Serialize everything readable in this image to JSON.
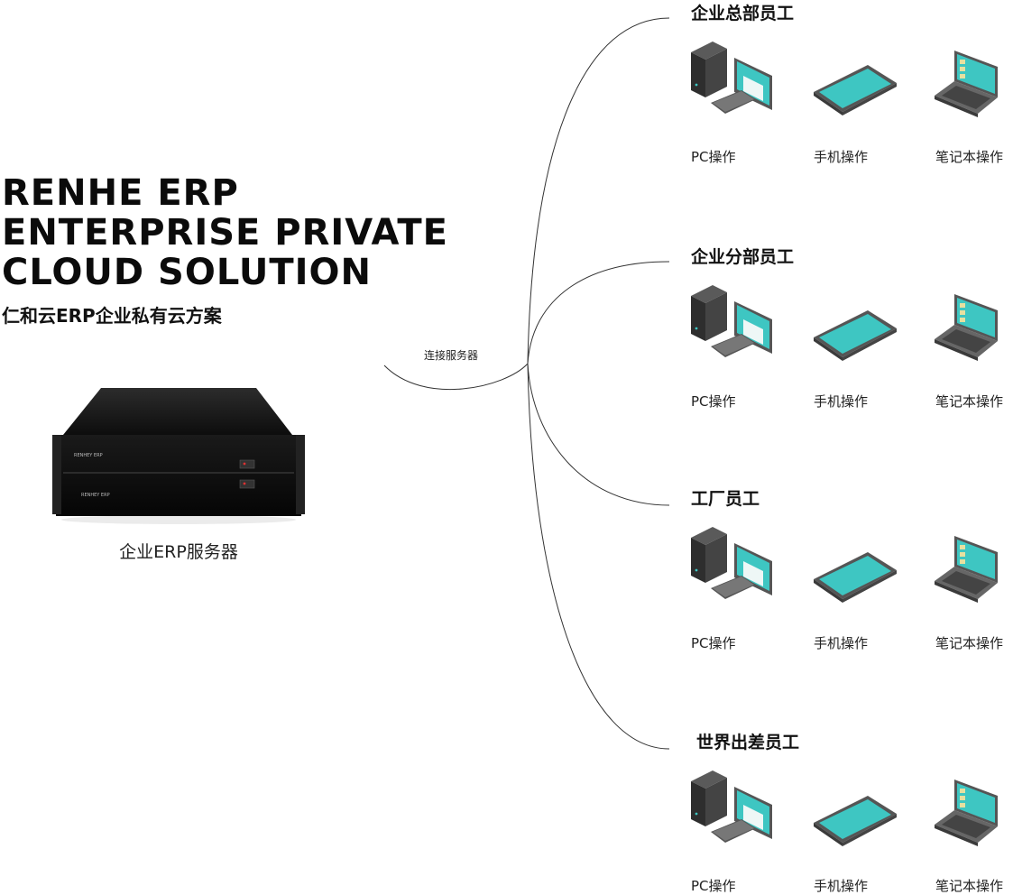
{
  "hero": {
    "title": "RENHE ERP\nENTERPRISE PRIVATE\nCLOUD SOLUTION",
    "subtitle": "仁和云ERP企业私有云方案"
  },
  "server": {
    "label": "企业ERP服务器",
    "brand_top": "RENHEY ERP",
    "brand_bottom": "RENHEY ERP"
  },
  "connect_label": "连接服务器",
  "groups": [
    {
      "title": "企业总部员工",
      "devices": [
        "PC操作",
        "手机操作",
        "笔记本操作"
      ]
    },
    {
      "title": "企业分部员工",
      "devices": [
        "PC操作",
        "手机操作",
        "笔记本操作"
      ]
    },
    {
      "title": "工厂员工",
      "devices": [
        "PC操作",
        "手机操作",
        "笔记本操作"
      ]
    },
    {
      "title": "世界出差员工",
      "devices": [
        "PC操作",
        "手机操作",
        "笔记本操作"
      ]
    }
  ],
  "icons": {
    "pc": "desktop-pc-icon",
    "phone": "tablet-icon",
    "laptop": "laptop-icon"
  },
  "colors": {
    "screen": "#3ec6c2",
    "case": "#3a3a3a",
    "line": "#333333"
  }
}
